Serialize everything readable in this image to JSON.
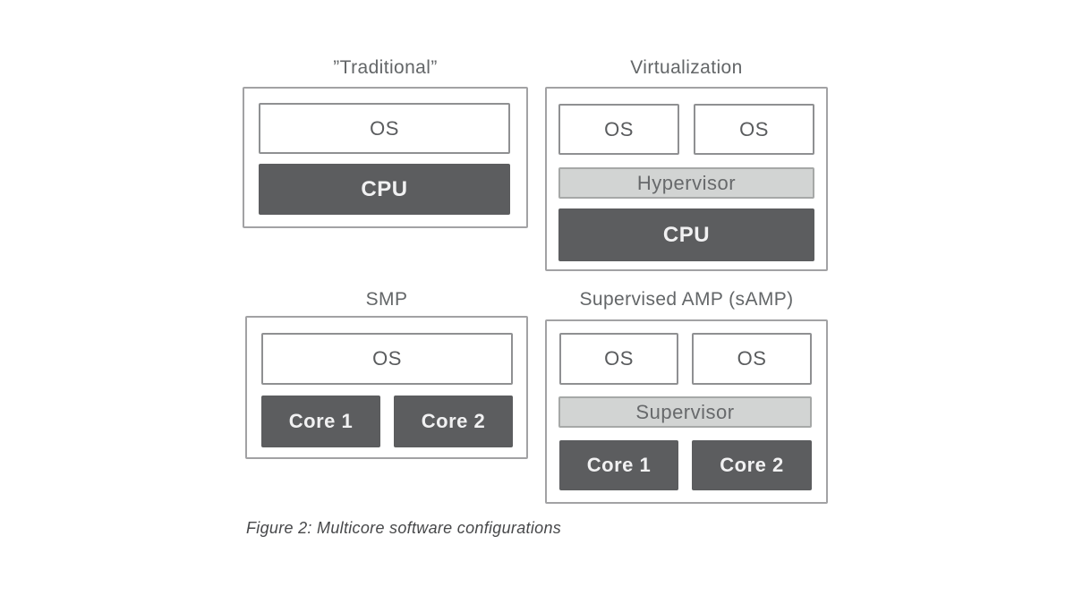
{
  "figure": {
    "caption": "Figure 2: Multicore software configurations"
  },
  "colors": {
    "background": "#ffffff",
    "panel_border": "#a2a2a4",
    "block_border": "#8f9092",
    "dark_block": "#5c5d5f",
    "dark_block_text": "#f1f1f2",
    "light_block": "#d2d4d3",
    "light_border": "#a6a8a7",
    "light_text": "#67696b",
    "label_text": "#5a5c5e",
    "title_text": "#636668",
    "caption_text": "#47484a"
  },
  "panels": {
    "traditional": {
      "title": "”Traditional”",
      "os": "OS",
      "cpu": "CPU"
    },
    "virtualization": {
      "title": "Virtualization",
      "os_left": "OS",
      "os_right": "OS",
      "hypervisor": "Hypervisor",
      "cpu": "CPU"
    },
    "smp": {
      "title": "SMP",
      "os": "OS",
      "core1": "Core 1",
      "core2": "Core 2"
    },
    "samp": {
      "title": "Supervised AMP (sAMP)",
      "os_left": "OS",
      "os_right": "OS",
      "supervisor": "Supervisor",
      "core1": "Core 1",
      "core2": "Core 2"
    }
  }
}
